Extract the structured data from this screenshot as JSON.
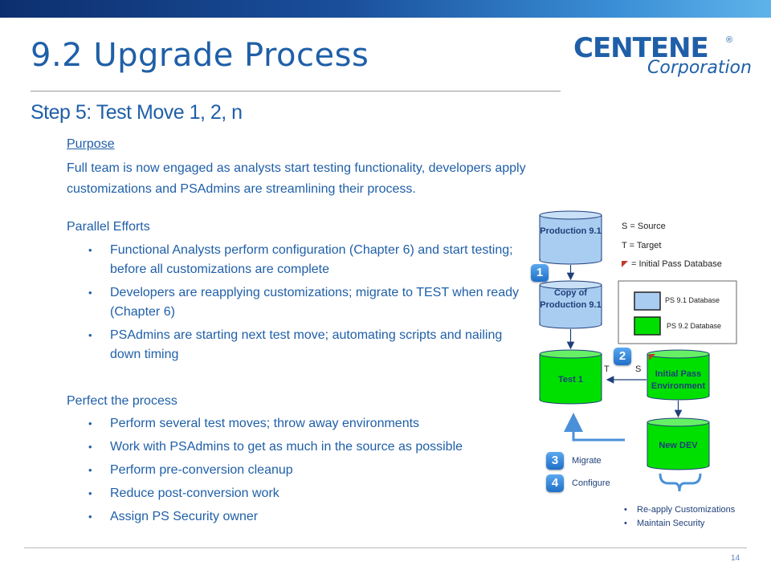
{
  "header": {
    "title": "9.2 Upgrade Process",
    "logo_main": "CENTENE",
    "logo_reg": "®",
    "logo_sub": "Corporation"
  },
  "subtitle": "Step 5: Test Move 1, 2, n",
  "purpose": {
    "heading": "Purpose",
    "text": "Full team is now engaged as analysts start testing functionality, developers apply customizations and PSAdmins are streamlining their process."
  },
  "parallel": {
    "heading": "Parallel Efforts",
    "items": [
      "Functional Analysts perform configuration (Chapter 6) and start testing; before all customizations are complete",
      "Developers are reapplying customizations; migrate to TEST when ready (Chapter 6)",
      "PSAdmins are starting next test move; automating scripts and nailing down timing"
    ]
  },
  "perfect": {
    "heading": "Perfect the process",
    "items": [
      "Perform several test moves; throw away environments",
      "Work with PSAdmins to get as much in the source as possible",
      "Perform pre-conversion cleanup",
      "Reduce post-conversion work",
      "Assign PS Security owner"
    ]
  },
  "diagram": {
    "db_production": "Production 9.1",
    "db_copy": "Copy of Production 9.1",
    "db_test": "Test 1",
    "db_initial": "Initial Pass Environment",
    "db_newdev": "New DEV",
    "label_t": "T",
    "label_s": "S",
    "legend": {
      "source": "S = Source",
      "target": "T = Target",
      "initial": "= Initial Pass Database",
      "ps91": "PS 9.1 Database",
      "ps92": "PS 9.2 Database"
    },
    "colors": {
      "ps91": "#a9cdf0",
      "ps92": "#00e000",
      "arrow": "#4a90d9",
      "flag": "#c0392b"
    },
    "steps": [
      {
        "num": "1",
        "label": ""
      },
      {
        "num": "2",
        "label": ""
      },
      {
        "num": "3",
        "label": "Migrate"
      },
      {
        "num": "4",
        "label": "Configure"
      }
    ],
    "notes": [
      "Re-apply Customizations",
      "Maintain Security"
    ]
  },
  "footer": {
    "page": "14"
  }
}
